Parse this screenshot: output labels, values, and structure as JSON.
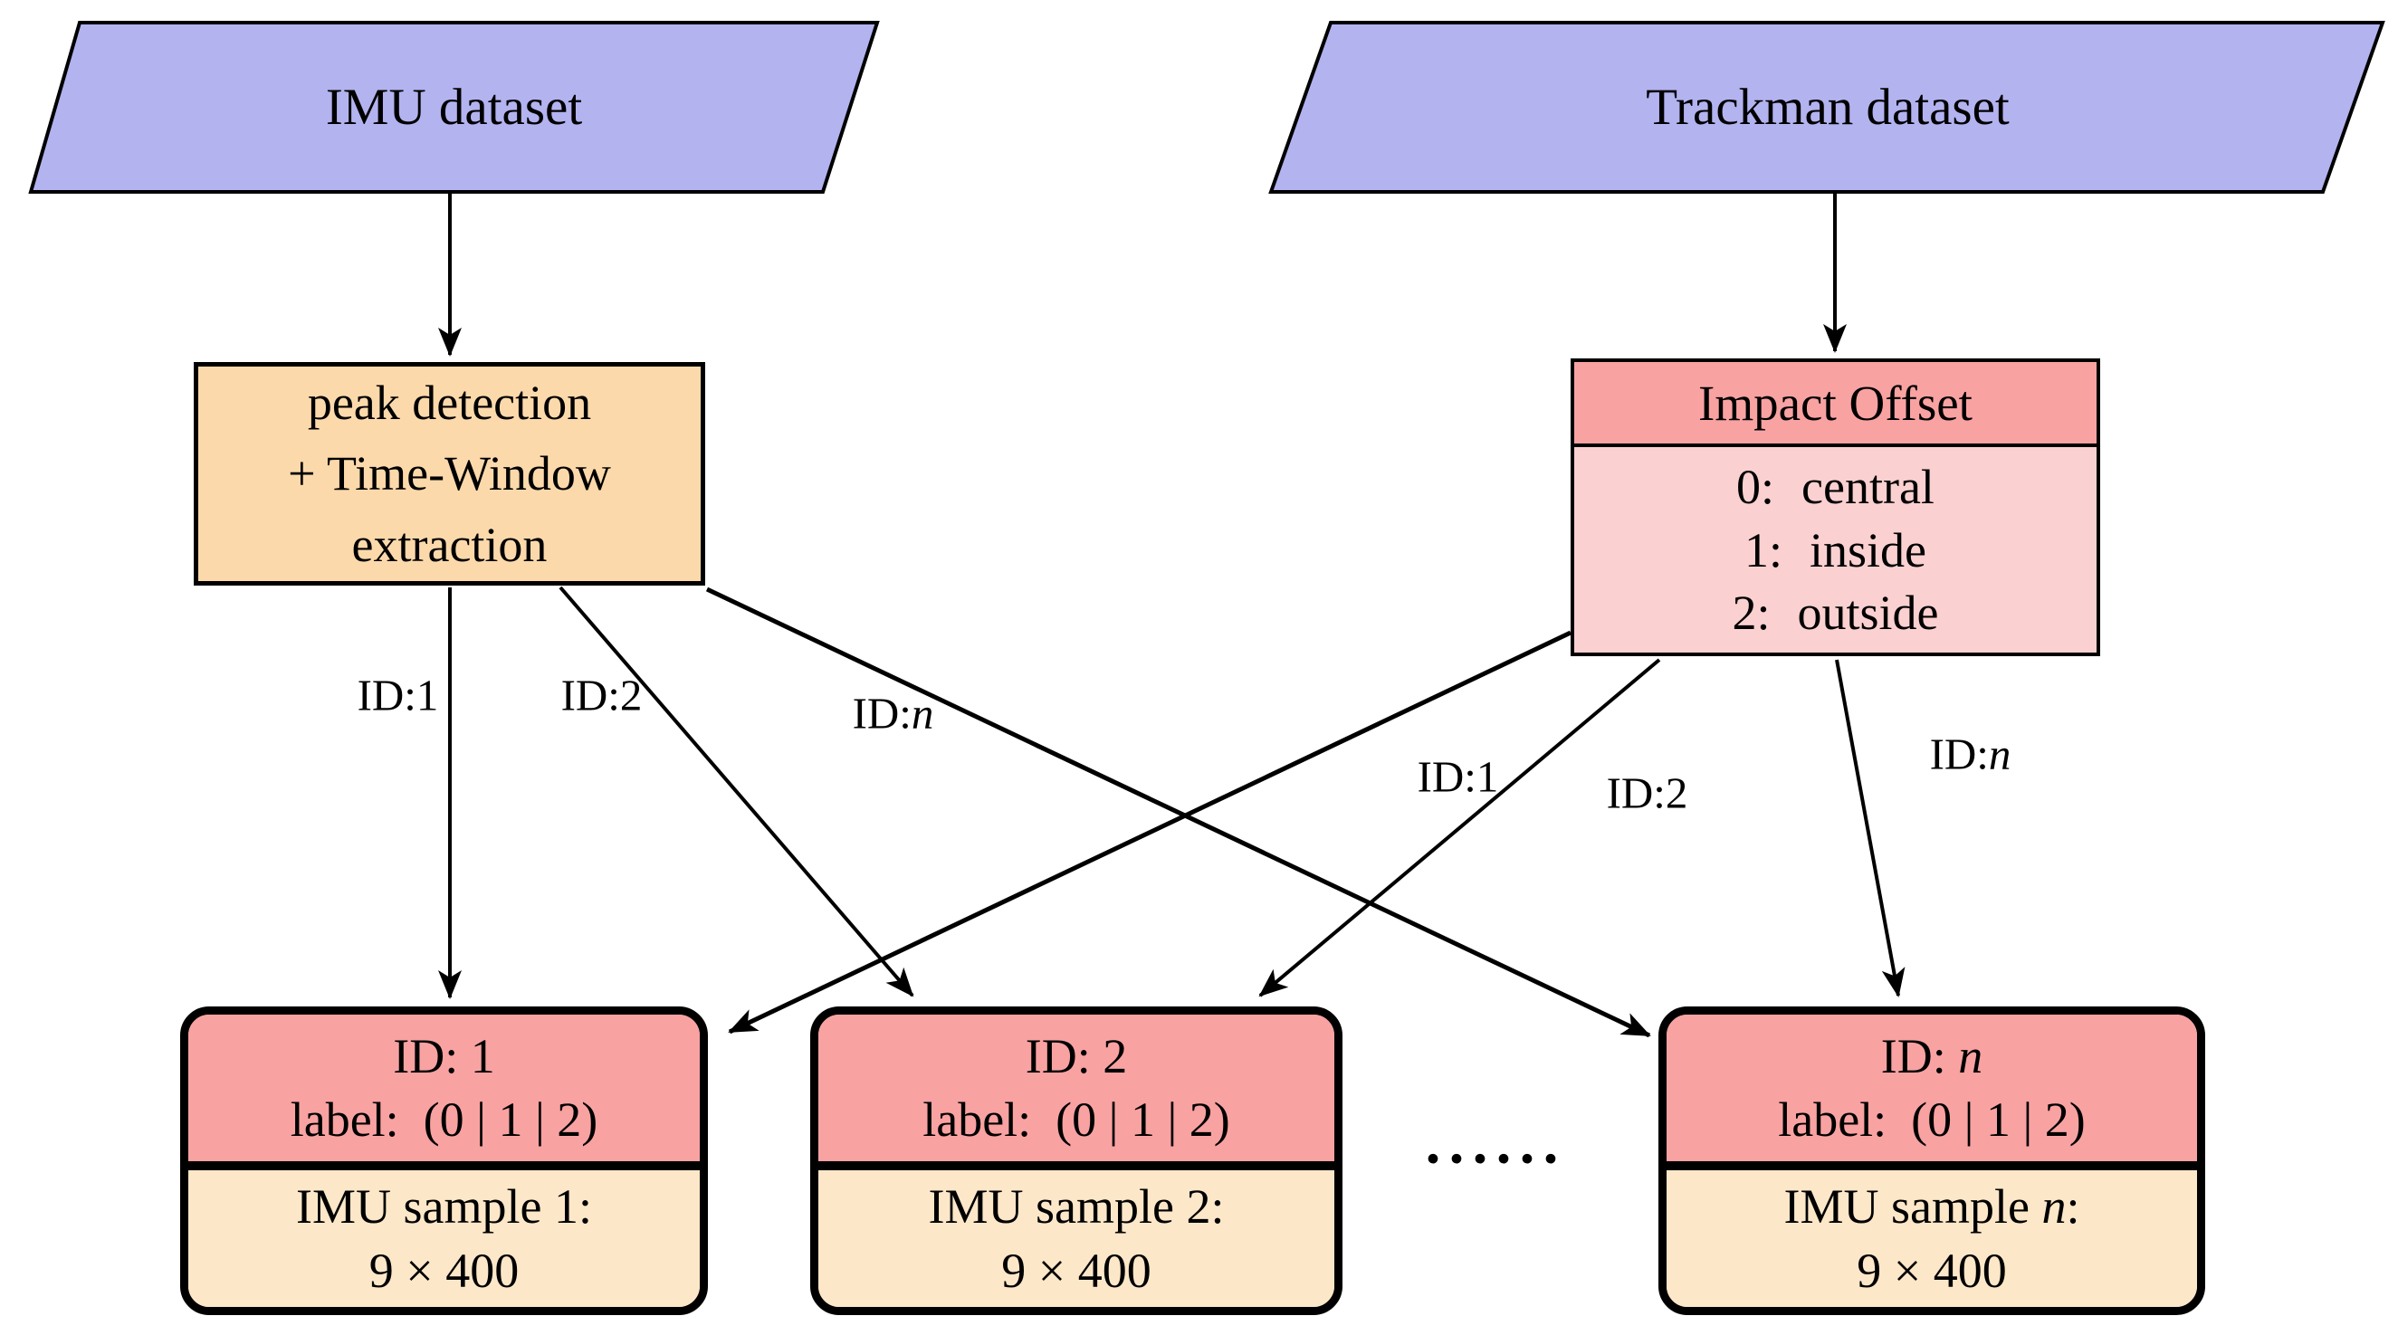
{
  "nodes": {
    "imu_dataset": {
      "label": "IMU dataset"
    },
    "trackman_dataset": {
      "label": "Trackman dataset"
    },
    "process": {
      "label": "peak detection\n+ Time-Window\nextraction"
    },
    "impact_offset": {
      "title": "Impact Offset",
      "rows": [
        {
          "num": "0:",
          "word": "central"
        },
        {
          "num": "1:",
          "word": "inside"
        },
        {
          "num": "2:",
          "word": "outside"
        }
      ]
    }
  },
  "sample_boxes": [
    {
      "id_prefix": "ID: ",
      "id_value": "1",
      "label_line": "label:  (0 | 1 | 2)",
      "sample_prefix": "IMU sample ",
      "sample_value": "1",
      "sample_suffix": ":",
      "size_line": "9 × 400"
    },
    {
      "id_prefix": "ID: ",
      "id_value": "2",
      "label_line": "label:  (0 | 1 | 2)",
      "sample_prefix": "IMU sample ",
      "sample_value": "2",
      "sample_suffix": ":",
      "size_line": "9 × 400"
    },
    {
      "id_prefix": "ID: ",
      "id_value": "n",
      "label_line": "label:  (0 | 1 | 2)",
      "sample_prefix": "IMU sample ",
      "sample_value": "n",
      "sample_suffix": ":",
      "size_line": "9 × 400"
    }
  ],
  "edge_labels": {
    "process_id1": {
      "prefix": "ID:",
      "value": "1"
    },
    "process_id2": {
      "prefix": "ID:",
      "value": "2"
    },
    "process_idn": {
      "prefix": "ID:",
      "value": "n"
    },
    "impact_id1": {
      "prefix": "ID:",
      "value": "1"
    },
    "impact_id2": {
      "prefix": "ID:",
      "value": "2"
    },
    "impact_idn": {
      "prefix": "ID:",
      "value": "n"
    }
  },
  "misc": {
    "ellipsis": "······"
  },
  "colors": {
    "lavender_fill": "#b3b3f0",
    "process_fill": "#fcd9ab",
    "pink_strong_fill": "#f9a2a2",
    "pink_light_fill": "#fbd0d0",
    "cream_fill": "#fde7c9",
    "line_color": "#000000"
  }
}
